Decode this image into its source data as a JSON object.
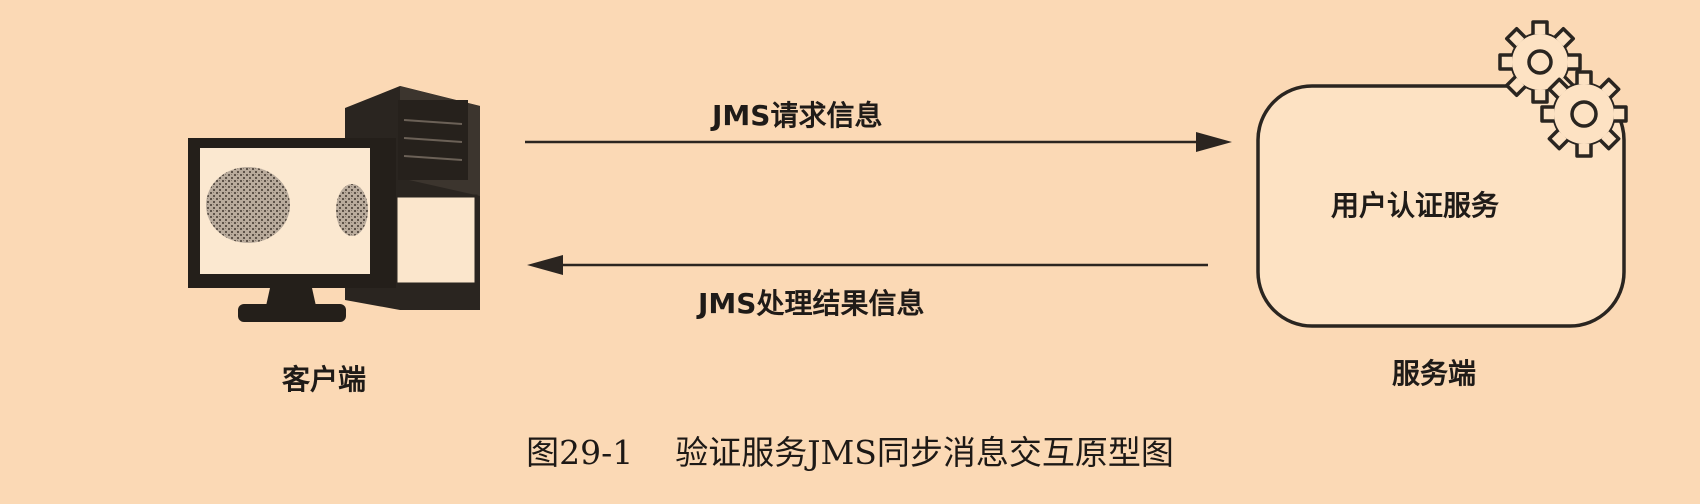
{
  "diagram": {
    "request_label": "JMS请求信息",
    "response_label": "JMS处理结果信息",
    "service_label": "用户认证服务",
    "client_label": "客户端",
    "server_label": "服务端"
  },
  "caption": {
    "number": "图29-1",
    "text": "验证服务JMS同步消息交互原型图"
  },
  "colors": {
    "background": "#fbd9b5",
    "ink": "#1e1a17"
  },
  "icons": [
    "desktop-computer-icon",
    "gear-icon"
  ]
}
